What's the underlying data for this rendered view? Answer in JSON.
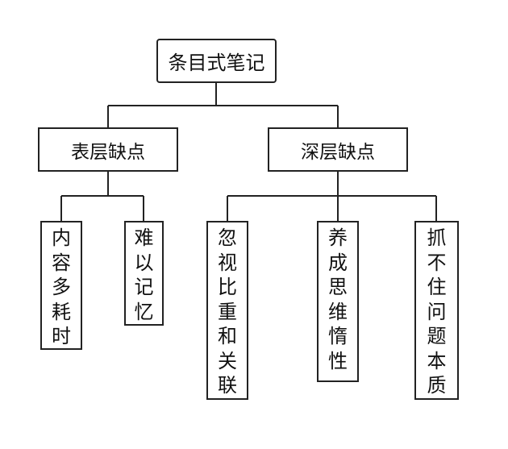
{
  "root": {
    "label": "条目式笔记"
  },
  "branches": [
    {
      "label": "表层缺点",
      "children": [
        {
          "label": "内容多耗时"
        },
        {
          "label": "难以记忆"
        }
      ]
    },
    {
      "label": "深层缺点",
      "children": [
        {
          "label": "忽视比重和关联"
        },
        {
          "label": "养成思维惰性"
        },
        {
          "label": "抓不住问题本质"
        }
      ]
    }
  ]
}
